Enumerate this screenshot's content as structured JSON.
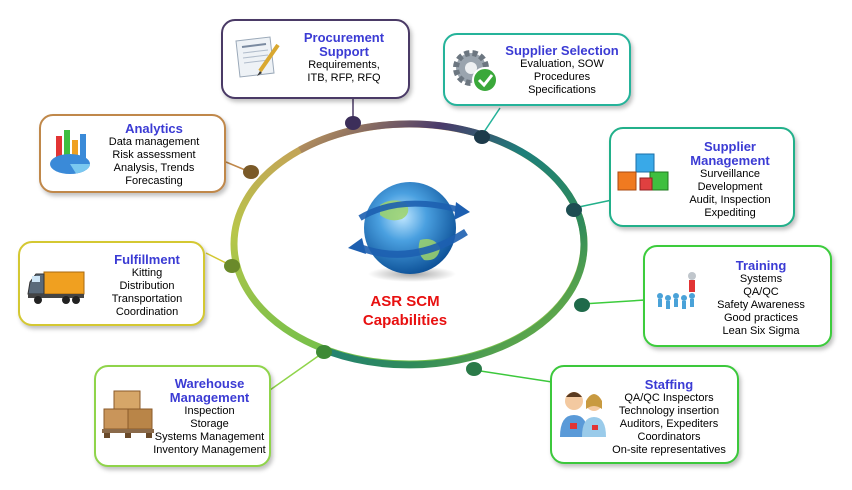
{
  "center": {
    "line1": "ASR SCM",
    "line2": "Capabilities"
  },
  "nodes": [
    {
      "id": "procurement",
      "title": [
        "Procurement",
        "Support"
      ],
      "lines": [
        "Requirements,",
        "ITB,  RFP,  RFQ"
      ],
      "color": "#4a3a66",
      "icon": "contract-document-icon"
    },
    {
      "id": "supplier-selection",
      "title": [
        "Supplier Selection"
      ],
      "lines": [
        "Evaluation, SOW",
        "Procedures",
        "Specifications"
      ],
      "color": "#25b39a",
      "icon": "gear-checkmark-icon"
    },
    {
      "id": "supplier-management",
      "title": [
        "Supplier",
        "Management"
      ],
      "lines": [
        "Surveillance",
        "Development",
        "Audit, Inspection",
        "Expediting"
      ],
      "color": "#22b08a",
      "icon": "colored-cubes-icon"
    },
    {
      "id": "training",
      "title": [
        "Training"
      ],
      "lines": [
        "Systems",
        "QA/QC",
        "Safety Awareness",
        "Good practices",
        "Lean Six Sigma"
      ],
      "color": "#3ccc3c",
      "icon": "people-group-icon"
    },
    {
      "id": "staffing",
      "title": [
        "Staffing"
      ],
      "lines": [
        "QA/QC Inspectors",
        "Technology insertion",
        "Auditors, Expediters",
        "Coordinators",
        "On-site representatives"
      ],
      "color": "#3cc83c",
      "icon": "staff-people-icon"
    },
    {
      "id": "warehouse",
      "title": [
        "Warehouse",
        "Management"
      ],
      "lines": [
        "Inspection",
        "Storage",
        "Systems Management",
        "Inventory Management"
      ],
      "color": "#8fd44a",
      "icon": "boxes-pallet-icon"
    },
    {
      "id": "fulfillment",
      "title": [
        "Fulfillment"
      ],
      "lines": [
        "Kitting",
        "Distribution",
        "Transportation",
        "Coordination"
      ],
      "color": "#d4c832",
      "icon": "delivery-truck-icon"
    },
    {
      "id": "analytics",
      "title": [
        "Analytics"
      ],
      "lines": [
        "Data management",
        "Risk assessment",
        "Analysis, Trends",
        "Forecasting"
      ],
      "color": "#c0884a",
      "icon": "charts-icon"
    }
  ]
}
